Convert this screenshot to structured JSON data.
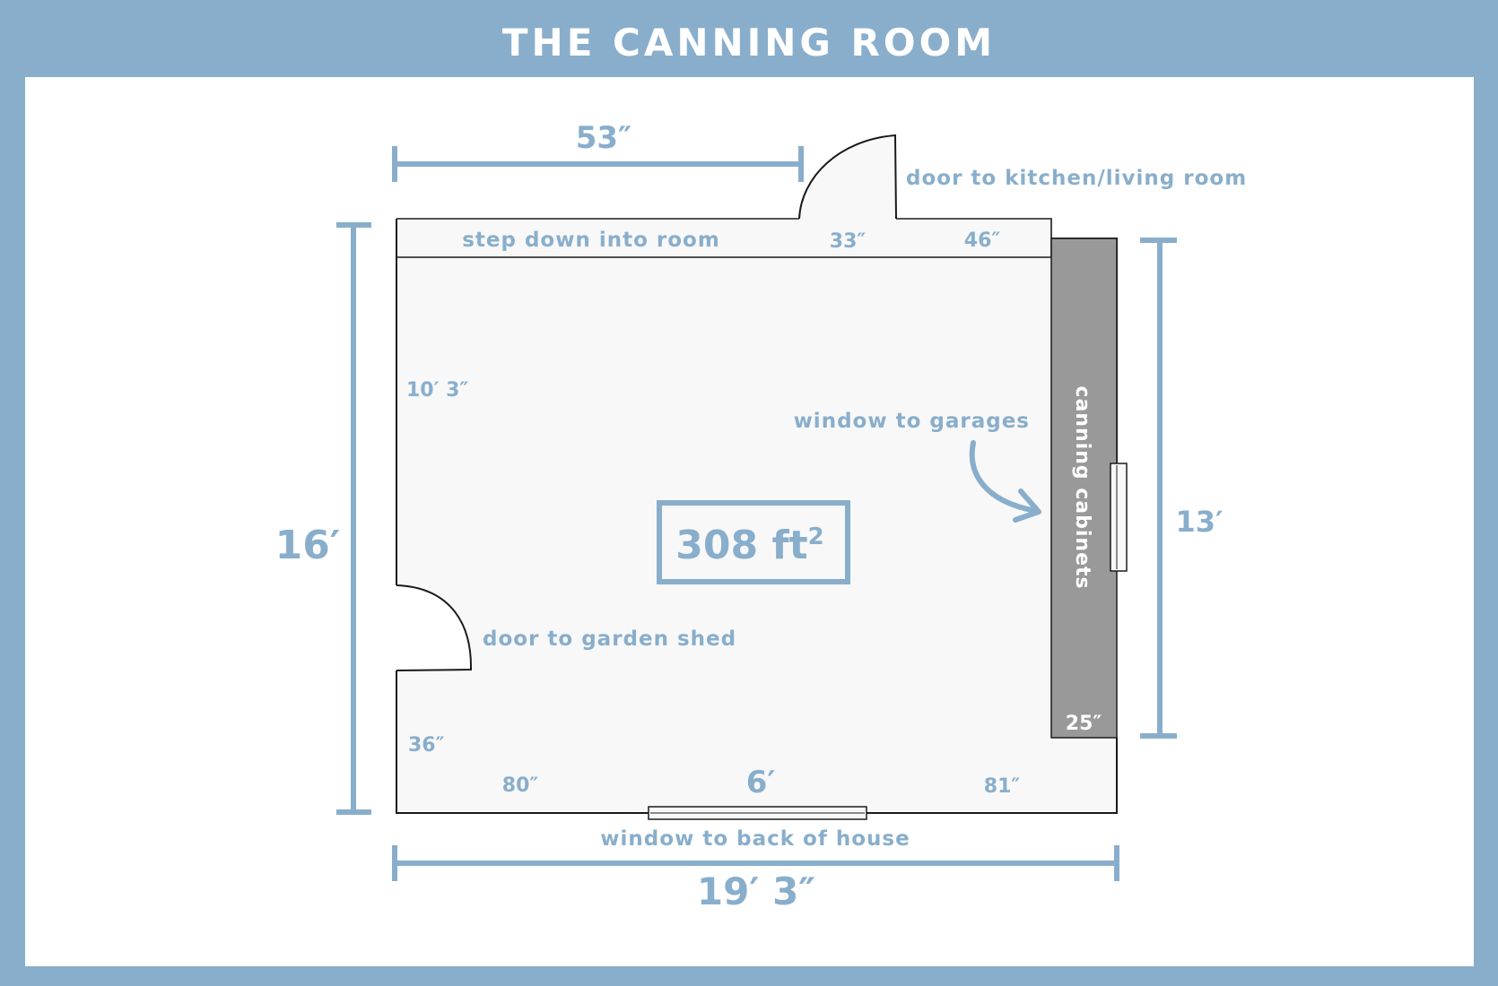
{
  "title": "THE CANNING ROOM",
  "colors": {
    "frame": "#89aecb",
    "accent": "#89aecb",
    "floor": "#f8f8f8",
    "cabinet": "#999999",
    "wall": "#1a1a1a",
    "white": "#ffffff"
  },
  "dimensions": {
    "top_span": "53″",
    "left_height": "16′",
    "right_height": "13′",
    "bottom_width": "19′ 3″",
    "step_width": "33″",
    "step_right": "46″",
    "left_wall_upper": "10′ 3″",
    "left_wall_lower": "36″",
    "bottom_left": "80″",
    "window_width": "6′",
    "bottom_right": "81″",
    "cabinet_depth": "25″"
  },
  "labels": {
    "step_down": "step down into room",
    "door_kitchen": "door to kitchen/living room",
    "door_shed": "door to garden shed",
    "window_garages": "window to garages",
    "window_back": "window to back of house",
    "cabinets": "canning cabinets"
  },
  "area": {
    "number": "308 ft",
    "unit_sup": "2"
  }
}
